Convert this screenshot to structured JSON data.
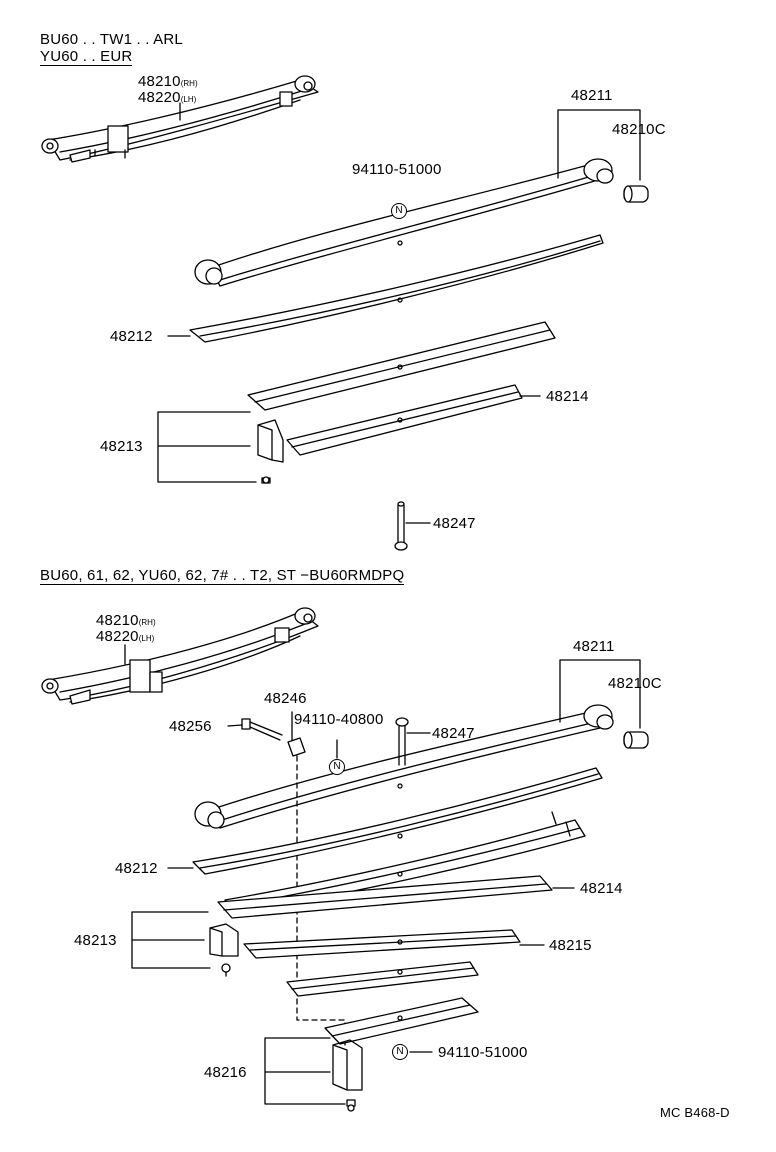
{
  "section1": {
    "header_line1": "BU60 . . TW1 . . ARL",
    "header_line2": "YU60 . . EUR",
    "assy_rh": "48210",
    "assy_rh_suffix": "(RH)",
    "assy_lh": "48220",
    "assy_lh_suffix": "(LH)",
    "parts": {
      "p48211": "48211",
      "p48210c": "48210C",
      "p94110": "94110-51000",
      "p48212": "48212",
      "p48214": "48214",
      "p48213": "48213",
      "p48247": "48247"
    },
    "n_mark": "N"
  },
  "section2": {
    "header": "BU60, 61, 62, YU60, 62, 7# . . T2, ST −BU60RMDPQ",
    "assy_rh": "48210",
    "assy_rh_suffix": "(RH)",
    "assy_lh": "48220",
    "assy_lh_suffix": "(LH)",
    "parts": {
      "p48211": "48211",
      "p48210c": "48210C",
      "p48246": "48246",
      "p48256": "48256",
      "p94110_40800": "94110-40800",
      "p48247": "48247",
      "p48212": "48212",
      "p48214": "48214",
      "p48213": "48213",
      "p48215": "48215",
      "p48216": "48216",
      "p94110_51000": "94110-51000"
    },
    "n_mark": "N"
  },
  "figure_ref": "MC B468-D"
}
